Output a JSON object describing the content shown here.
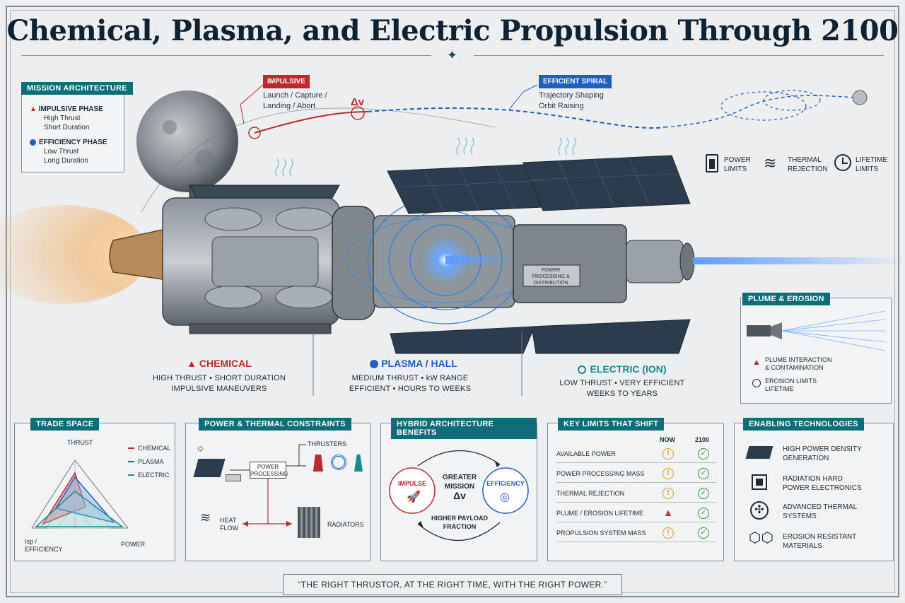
{
  "title": "Chemical, Plasma, and Electric Propulsion Through 2100",
  "mission_architecture": {
    "tag": "MISSION ARCHITECTURE",
    "impulsive": {
      "head": "IMPULSIVE PHASE",
      "l1": "High Thrust",
      "l2": "Short Duration"
    },
    "efficiency": {
      "head": "EFFICIENCY PHASE",
      "l1": "Low Thrust",
      "l2": "Long Duration"
    }
  },
  "callouts": {
    "impulsive": {
      "label": "IMPULSIVE",
      "l1": "Launch / Capture /",
      "l2": "Landing / Abort"
    },
    "delta_v": "Δv",
    "spiral": {
      "label": "EFFICIENT SPIRAL",
      "l1": "Trajectory Shaping",
      "l2": "Orbit Raising"
    }
  },
  "limits": [
    {
      "icon": "battery-icon",
      "l1": "POWER",
      "l2": "LIMITS"
    },
    {
      "icon": "heat-waves-icon",
      "l1": "THERMAL",
      "l2": "REJECTION"
    },
    {
      "icon": "clock-icon",
      "l1": "LIFETIME",
      "l2": "LIMITS"
    }
  ],
  "ppu_label": "POWER PROCESSING & DISTRIBUTION",
  "sections": {
    "chemical": {
      "head": "CHEMICAL",
      "l1": "HIGH THRUST • SHORT DURATION",
      "l2": "IMPULSIVE MANEUVERS"
    },
    "plasma": {
      "head": "PLASMA / HALL",
      "l1": "MEDIUM THRUST • kW RANGE",
      "l2": "EFFICIENT • HOURS TO WEEKS"
    },
    "electric": {
      "head": "ELECTRIC (ION)",
      "l1": "LOW THRUST • VERY EFFICIENT",
      "l2": "WEEKS TO YEARS"
    }
  },
  "plume": {
    "tag": "PLUME & EROSION",
    "item1_l1": "PLUME INTERACTION",
    "item1_l2": "& CONTAMINATION",
    "item2_l1": "EROSION LIMITS",
    "item2_l2": "LIFETIME"
  },
  "trade_space": {
    "tag": "TRADE SPACE",
    "axis_thrust": "THRUST",
    "axis_isp_1": "Isp /",
    "axis_isp_2": "EFFICIENCY",
    "axis_power": "POWER",
    "legend": [
      {
        "name": "CHEMICAL",
        "color": "#c0282d"
      },
      {
        "name": "PLASMA",
        "color": "#1f5fbf"
      },
      {
        "name": "ELECTRIC",
        "color": "#1a8a8f"
      }
    ]
  },
  "power_thermal": {
    "tag": "POWER & THERMAL CONSTRAINTS",
    "ppu_1": "POWER",
    "ppu_2": "PROCESSING",
    "thrusters": "THRUSTERS",
    "heat_1": "HEAT",
    "heat_2": "FLOW",
    "radiators": "RADIATORS"
  },
  "hybrid": {
    "tag": "HYBRID ARCHITECTURE BENEFITS",
    "impulse": "IMPULSE",
    "efficiency": "EFFICIENCY",
    "c1": "GREATER",
    "c2": "MISSION",
    "c3": "Δv",
    "b1": "HIGHER PAYLOAD",
    "b2": "FRACTION"
  },
  "key_limits": {
    "tag": "KEY LIMITS THAT SHIFT",
    "col_now": "NOW",
    "col_2100": "2100",
    "rows": [
      {
        "label": "AVAILABLE POWER",
        "now": "warn"
      },
      {
        "label": "POWER PROCESSING MASS",
        "now": "warn"
      },
      {
        "label": "THERMAL REJECTION",
        "now": "warn"
      },
      {
        "label": "PLUME / EROSION LIFETIME",
        "now": "alert"
      },
      {
        "label": "PROPULSION SYSTEM MASS",
        "now": "warn"
      }
    ]
  },
  "enabling": {
    "tag": "ENABLING TECHNOLOGIES",
    "items": [
      {
        "icon": "solar-panel-icon",
        "l1": "HIGH POWER DENSITY",
        "l2": "GENERATION"
      },
      {
        "icon": "chip-icon",
        "l1": "RADIATION HARD",
        "l2": "POWER ELECTRONICS"
      },
      {
        "icon": "fan-icon",
        "l1": "ADVANCED THERMAL",
        "l2": "SYSTEMS"
      },
      {
        "icon": "hexagon-material-icon",
        "l1": "EROSION RESISTANT",
        "l2": "MATERIALS"
      }
    ]
  },
  "quote": "“THE RIGHT THRUSTOR, AT THE RIGHT TIME, WITH THE RIGHT POWER.”",
  "colors": {
    "teal": "#0f6d7a",
    "red": "#c0282d",
    "blue": "#1f5fbf",
    "green": "#2e9b3c",
    "amber": "#d99a1b"
  }
}
